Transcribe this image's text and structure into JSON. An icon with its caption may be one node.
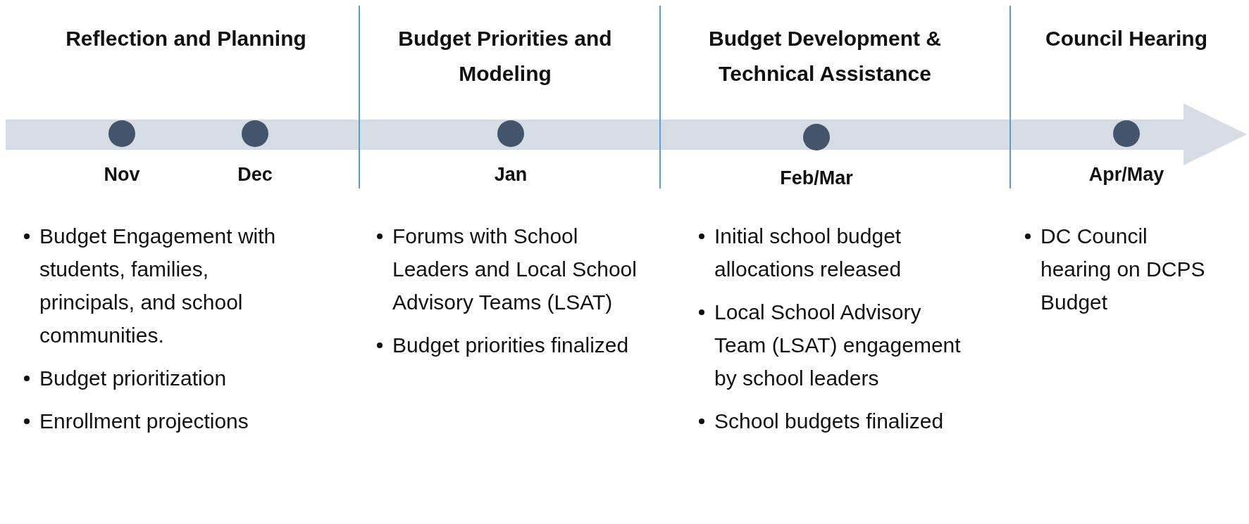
{
  "diagram": {
    "nodes": [
      {
        "text": [],
        "shape": "circle",
        "beside": [
          "Nov"
        ]
      },
      {
        "text": [],
        "shape": "circle",
        "beside": [
          "Dec"
        ]
      },
      {
        "text": [],
        "shape": "circle",
        "beside": [
          "Jan"
        ]
      },
      {
        "text": [],
        "shape": "circle",
        "beside": [
          "Feb/Mar"
        ]
      },
      {
        "text": [],
        "shape": "circle",
        "beside": [
          "Apr/May"
        ]
      }
    ],
    "labels": [
      "Reflection and Planning",
      "Budget Priorities and Modeling",
      "Budget Development & Technical Assistance",
      "Council Hearing",
      "Budget Engagement with students, families, principals, and school communities.",
      "Budget prioritization",
      "Enrollment projections",
      "Forums with School Leaders and Local School Advisory Teams (LSAT)",
      "Budget priorities finalized",
      "Initial school budget allocations released",
      "Local School Advisory Team (LSAT) engagement by school leaders",
      "School budgets finalized",
      "DC Council hearing on DCPS Budget"
    ]
  }
}
